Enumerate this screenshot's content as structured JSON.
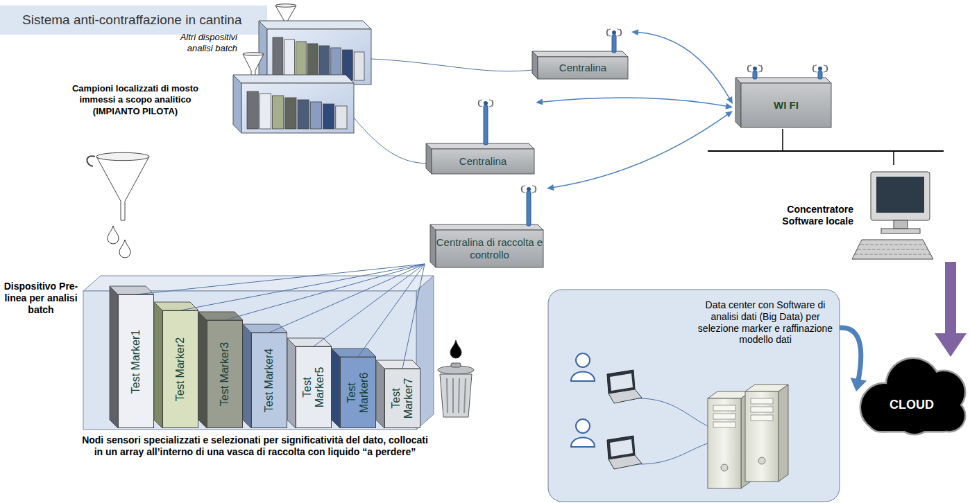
{
  "diagram": {
    "title": "Sistema anti-contraffazione in cantina",
    "nodes": [
      {
        "text": [
          "Centralina"
        ]
      },
      {
        "text": [
          "WI FI"
        ]
      },
      {
        "text": [
          "Centralina"
        ]
      },
      {
        "text": [
          "Centralina di raccolta e controllo"
        ]
      },
      {
        "text": [
          "Concentratore Software locale"
        ]
      },
      {
        "text": [
          "Dispositivo Pre-linea per analisi batch",
          "Nodi sensori specializzati e selezionati per significatività del dato, collocati in un array all’interno di una vasca di raccolta con liquido “a perdere”"
        ]
      },
      {
        "text": [
          "Test Marker1"
        ],
        "in": 5
      },
      {
        "text": [
          "Test Marker2"
        ],
        "in": 5
      },
      {
        "text": [
          "Test Marker3"
        ],
        "in": 5
      },
      {
        "text": [
          "Test Marker4"
        ],
        "in": 5
      },
      {
        "text": [
          "Test Marker5"
        ],
        "in": 5
      },
      {
        "text": [
          "Test Marker6"
        ],
        "in": 5
      },
      {
        "text": [
          "Test Marker7"
        ],
        "in": 5
      },
      {
        "text": [
          "Data center con Software di analisi dati (Big Data) per selezione marker e raffinazione modello dati"
        ]
      },
      {
        "text": [
          "CLOUD"
        ]
      }
    ],
    "edges": [
      {
        "from": 1,
        "to": 0,
        "arrow": "both"
      },
      {
        "from": 1,
        "to": 2,
        "arrow": "both"
      },
      {
        "from": 1,
        "to": 3,
        "arrow": "both"
      },
      {
        "from": 1,
        "to": 4,
        "arrow": "none"
      },
      {
        "from": 4,
        "to": 14,
        "arrow": "to"
      },
      {
        "from": 13,
        "to": 14,
        "arrow": "to"
      },
      {
        "from": 3,
        "to": 6,
        "arrow": "none"
      },
      {
        "from": 3,
        "to": 7,
        "arrow": "none"
      },
      {
        "from": 3,
        "to": 8,
        "arrow": "none"
      },
      {
        "from": 3,
        "to": 9,
        "arrow": "none"
      },
      {
        "from": 3,
        "to": 10,
        "arrow": "none"
      },
      {
        "from": 3,
        "to": 11,
        "arrow": "none"
      },
      {
        "from": 3,
        "to": 12,
        "arrow": "none"
      }
    ],
    "labels": [
      "Altri dispositivi analisi batch",
      "Campioni localizzati di mosto immessi a scopo analitico (IMPIANTO PILOTA)"
    ]
  }
}
